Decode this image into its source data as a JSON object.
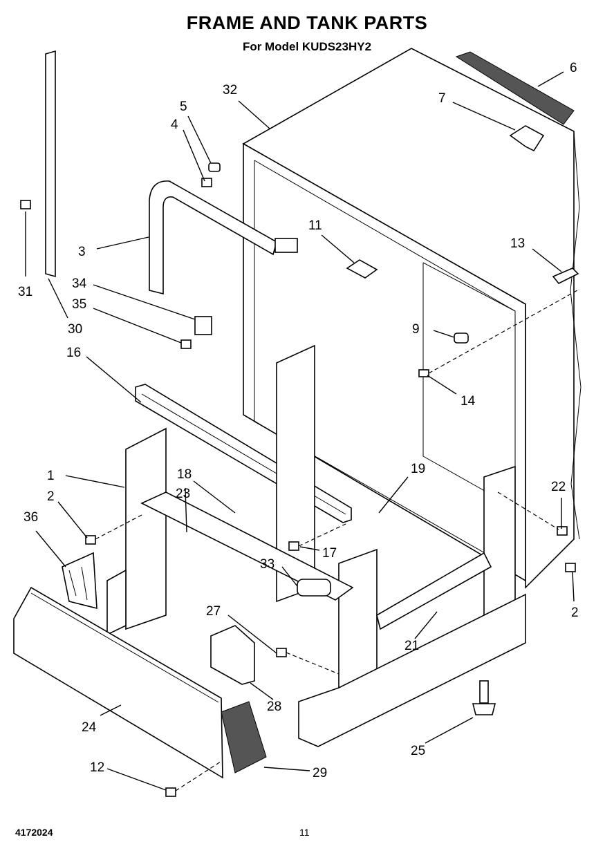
{
  "title": "FRAME AND TANK PARTS",
  "subtitle": "For Model KUDS23HY2",
  "footer": {
    "document_number": "4172024",
    "page_number": "11"
  },
  "callouts": [
    "1",
    "2",
    "3",
    "4",
    "5",
    "6",
    "7",
    "9",
    "11",
    "12",
    "13",
    "14",
    "16",
    "17",
    "18",
    "19",
    "21",
    "22",
    "23",
    "24",
    "25",
    "27",
    "28",
    "29",
    "30",
    "31",
    "32",
    "33",
    "34",
    "35",
    "36"
  ]
}
